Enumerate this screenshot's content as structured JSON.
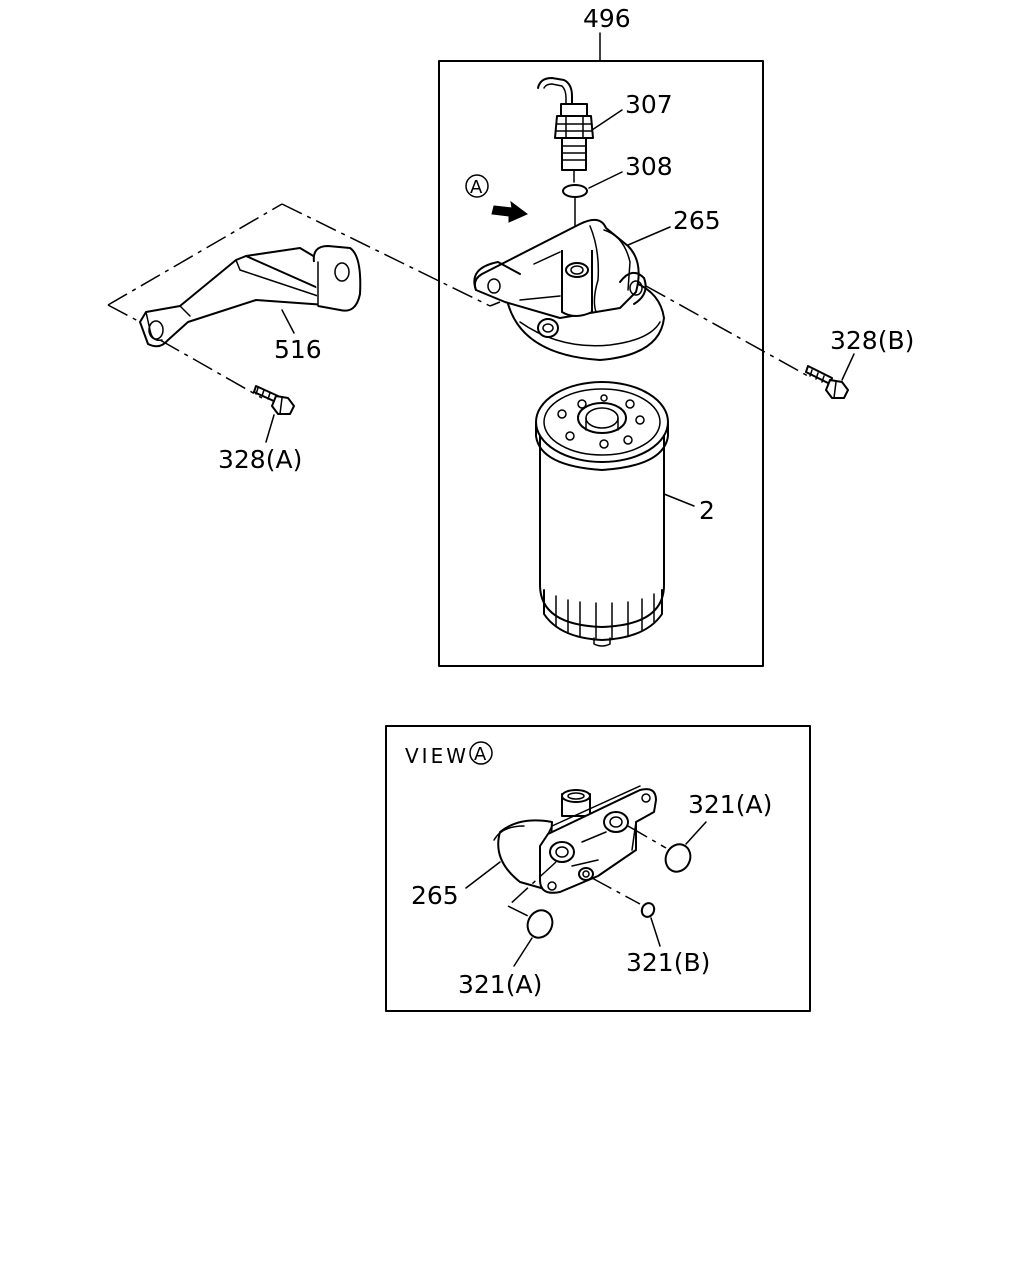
{
  "main_view": {
    "callouts": {
      "assembly": "496",
      "sensor": "307",
      "o_ring_sensor": "308",
      "filter_head": "265",
      "bracket": "516",
      "bolt_a": "328(A)",
      "bolt_b": "328(B)",
      "filter_cartridge": "2"
    },
    "view_marker": "A"
  },
  "detail_view": {
    "title_prefix": "VIEW",
    "title_marker": "A",
    "callouts": {
      "filter_head": "265",
      "o_ring_a_right": "321(A)",
      "o_ring_a_left": "321(A)",
      "o_ring_b": "321(B)"
    }
  },
  "icons": [
    "arrow-right-icon",
    "circled-letter-icon"
  ]
}
